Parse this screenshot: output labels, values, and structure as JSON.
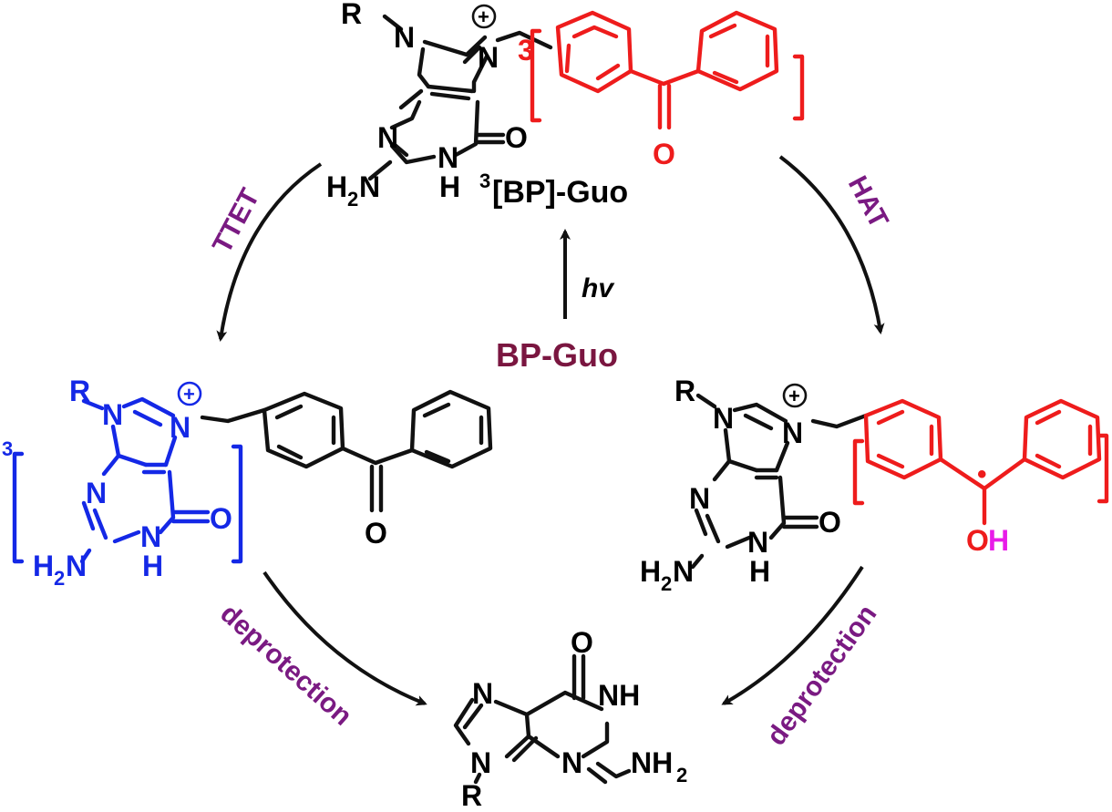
{
  "colors": {
    "black": "#111111",
    "red": "#ee1c1c",
    "blue": "#1428e6",
    "magenta": "#e81ce8",
    "purple": "#7a1a82",
    "maroon": "#7a1640"
  },
  "atoms": {
    "R": "R",
    "N": "N",
    "H": "H",
    "O": "O",
    "OH_O": "O",
    "OH_H": "H",
    "H2N_H": "H",
    "H2N_2": "2",
    "H2N_N": "N",
    "NH2_NH": "NH",
    "NH2_2": "2",
    "charge": "+",
    "radical": "•"
  },
  "labels": {
    "top_compound_sup": "3",
    "top_compound": "[BP]-Guo",
    "center_compound": "BP-Guo",
    "excitation": "hv",
    "triplet_index": "3",
    "left_step": "TTET",
    "right_step": "HAT",
    "bottom_left_step": "deprotection",
    "bottom_right_step": "deprotection"
  }
}
